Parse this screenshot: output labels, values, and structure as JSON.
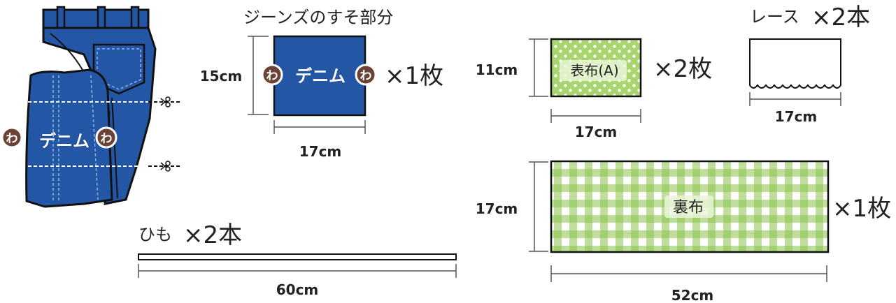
{
  "colors": {
    "denim": "#2456a6",
    "denim_dark": "#1d3f80",
    "wa_badge": "#6b4336",
    "green_light": "#d4ecaf",
    "green_mid": "#a9d56f",
    "green_dark": "#8bc34a",
    "ink": "#222222"
  },
  "jeans": {
    "wa_left": "わ",
    "label": "デニム",
    "wa_right": "わ",
    "cut_icon": "scissors-icon"
  },
  "hem_piece": {
    "title": "ジーンズのすそ部分",
    "height": "15cm",
    "width": "17cm",
    "wa_left": "わ",
    "label": "デニム",
    "wa_right": "わ",
    "count": "×1枚"
  },
  "outer_fabric": {
    "label": "表布(A)",
    "height": "11cm",
    "width": "17cm",
    "count": "×2枚"
  },
  "lace": {
    "title": "レース",
    "count": "×2本",
    "width": "17cm"
  },
  "lining": {
    "label": "裏布",
    "height": "17cm",
    "width": "52cm",
    "count": "×1枚"
  },
  "string": {
    "title": "ひも",
    "count": "×2本",
    "length": "60cm"
  }
}
